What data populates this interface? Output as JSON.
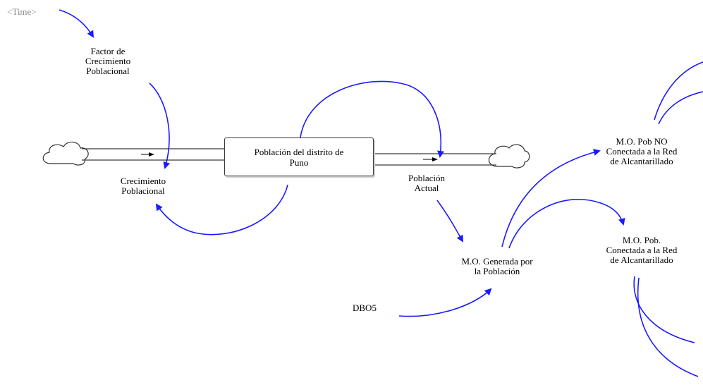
{
  "diagram": {
    "shadow_variable": "<Time>",
    "stock": "Población del distrito de\nPuno",
    "flow_in": "Crecimiento\nPoblacional",
    "growth_factor": "Factor de\nCrecimiento\nPoblacional",
    "current_population": "Población\nActual",
    "om_generated": "M.O. Generada por\nla Población",
    "dbo5": "DBO5",
    "om_not_connected": "M.O. Pob NO\nConectada a la Red\nde Alcantarillado",
    "om_connected": "M.O. Pob.\nConectada a la Red\nde Alcantarillado"
  },
  "colors": {
    "link": "#1a1aff",
    "pipe": "#3a3a3a",
    "shadow_text": "#8a8a8a"
  }
}
